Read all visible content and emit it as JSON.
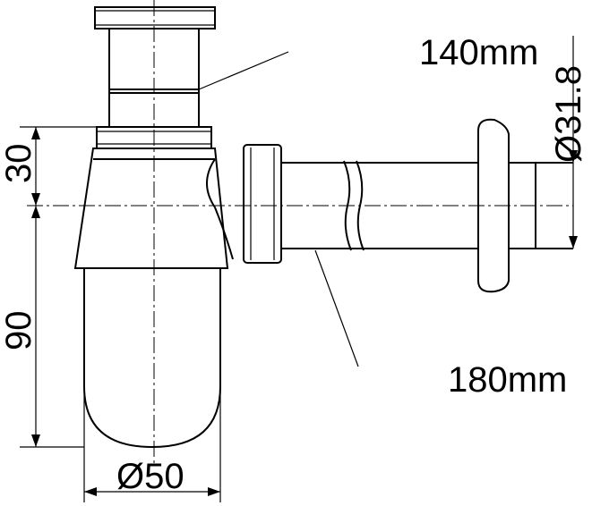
{
  "drawing": {
    "dimensions": {
      "top_pipe_length": "140mm",
      "pipe_diameter": "Ø31.8",
      "cap_height": "30",
      "body_height": "90",
      "body_diameter": "Ø50",
      "outlet_length": "180mm"
    }
  }
}
